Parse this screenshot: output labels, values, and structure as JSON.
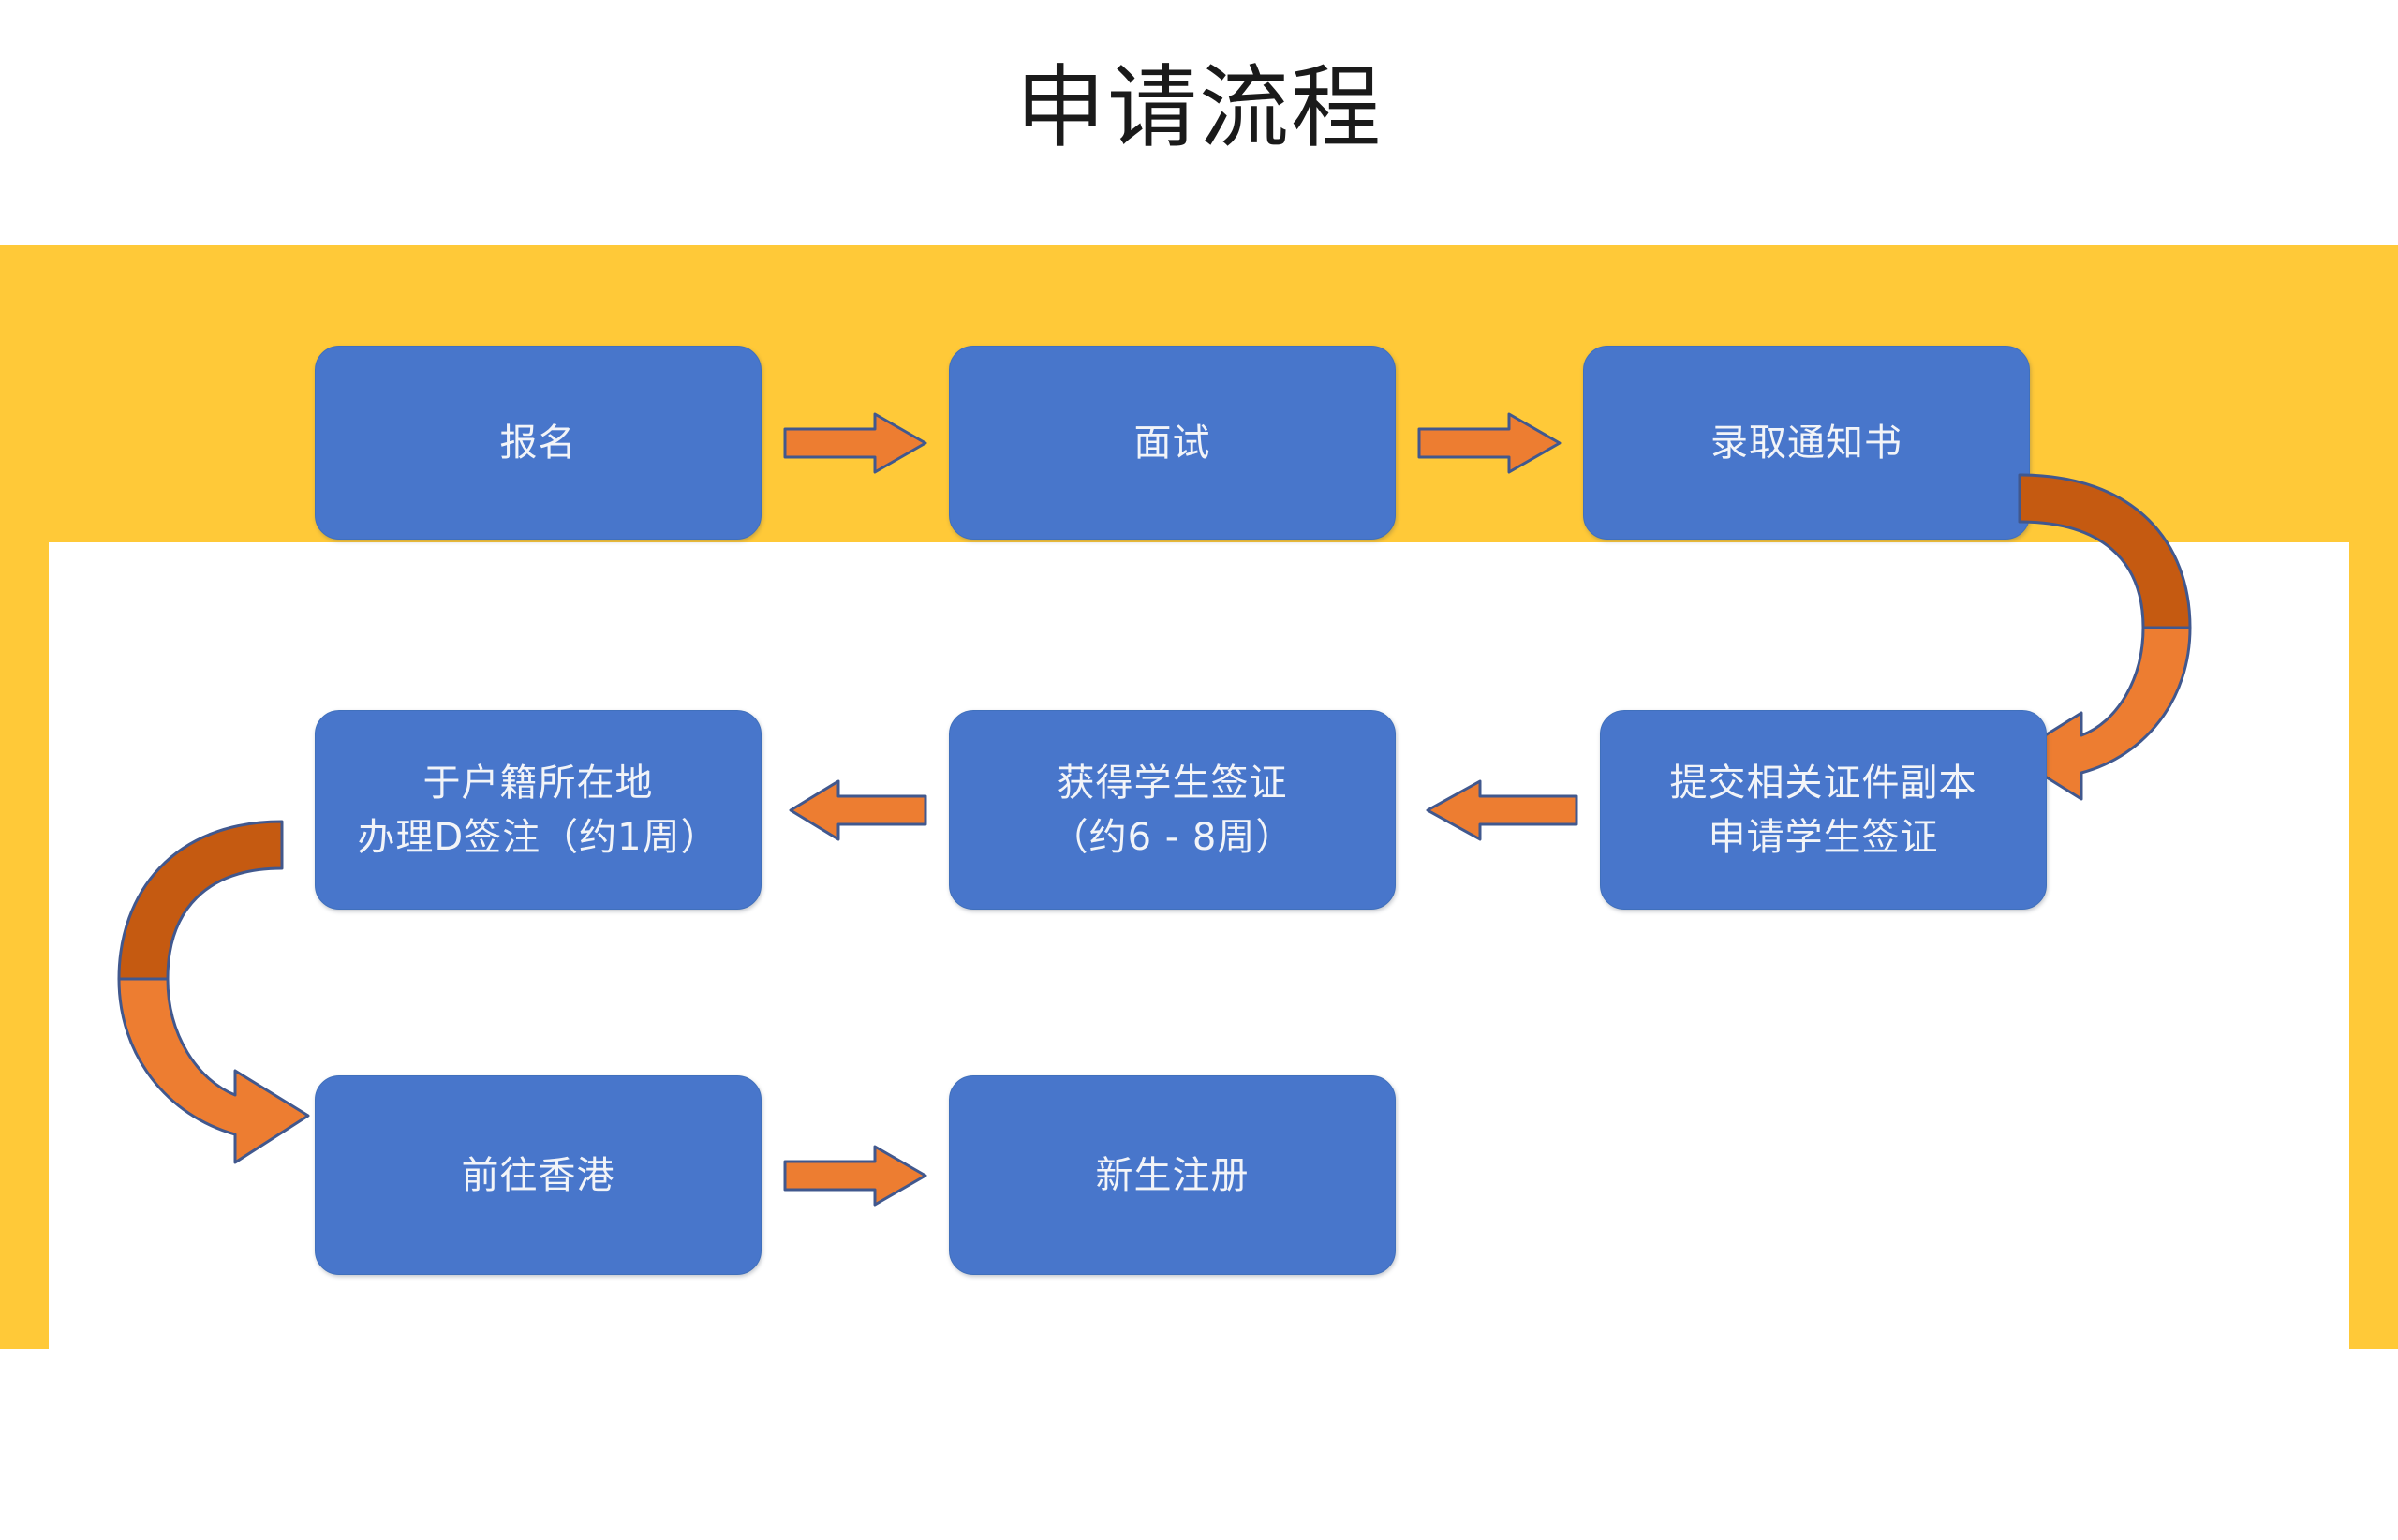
{
  "page": {
    "title": "申请流程",
    "background_color": "#ffffff"
  },
  "frame": {
    "border_color": "#FFC938",
    "panel_color": "#ffffff"
  },
  "theme": {
    "node_fill": "#4876CB",
    "node_border": "#4070BC",
    "node_text": "#f2f4f8",
    "arrow_fill": "#ED7D31",
    "arrow_fill_dark": "#C55A11",
    "arrow_border": "#41588E"
  },
  "flowchart": {
    "type": "process-flow",
    "rows": 3,
    "nodes": [
      {
        "id": "n1",
        "row": 1,
        "col": 1,
        "lines": [
          "报名"
        ]
      },
      {
        "id": "n2",
        "row": 1,
        "col": 2,
        "lines": [
          "面试"
        ]
      },
      {
        "id": "n3",
        "row": 1,
        "col": 3,
        "lines": [
          "录取通知书"
        ]
      },
      {
        "id": "n4",
        "row": 2,
        "col": 3,
        "lines": [
          "提交相关证件副本",
          "申请学生签证"
        ]
      },
      {
        "id": "n5",
        "row": 2,
        "col": 2,
        "lines": [
          "获得学生签证",
          "（约6 - 8周）"
        ]
      },
      {
        "id": "n6",
        "row": 2,
        "col": 1,
        "lines": [
          "于户籍所在地",
          "办理D签注（约1周）"
        ]
      },
      {
        "id": "n7",
        "row": 3,
        "col": 1,
        "lines": [
          "前往香港"
        ]
      },
      {
        "id": "n8",
        "row": 3,
        "col": 2,
        "lines": [
          "新生注册"
        ]
      }
    ],
    "connectors": [
      {
        "id": "a1",
        "from": "n1",
        "to": "n2",
        "shape": "straight",
        "direction": "right"
      },
      {
        "id": "a2",
        "from": "n2",
        "to": "n3",
        "shape": "straight",
        "direction": "right"
      },
      {
        "id": "c1",
        "from": "n3",
        "to": "n4",
        "shape": "curved",
        "direction": "down-left"
      },
      {
        "id": "a3",
        "from": "n4",
        "to": "n5",
        "shape": "straight",
        "direction": "left"
      },
      {
        "id": "a4",
        "from": "n5",
        "to": "n6",
        "shape": "straight",
        "direction": "left"
      },
      {
        "id": "c2",
        "from": "n6",
        "to": "n7",
        "shape": "curved",
        "direction": "down-right"
      },
      {
        "id": "a5",
        "from": "n7",
        "to": "n8",
        "shape": "straight",
        "direction": "right"
      }
    ]
  }
}
